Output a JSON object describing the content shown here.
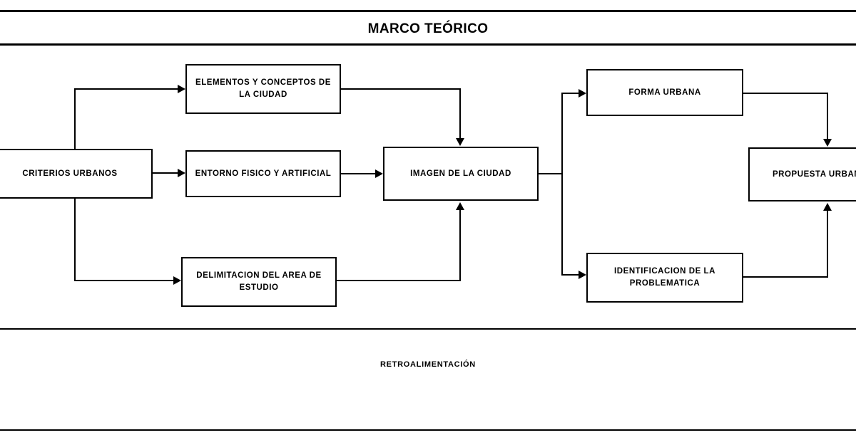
{
  "diagram": {
    "title": "MARCO TEÓRICO",
    "footer_label": "RETROALIMENTACIÓN",
    "colors": {
      "line": "#000000",
      "background": "#ffffff",
      "text": "#000000"
    },
    "nodes": [
      {
        "id": "criterios",
        "label": "CRITERIOS URBANOS"
      },
      {
        "id": "elementos",
        "label": "ELEMENTOS Y CONCEPTOS DE LA CIUDAD"
      },
      {
        "id": "entorno",
        "label": "ENTORNO FISICO Y ARTIFICIAL"
      },
      {
        "id": "delimitacion",
        "label": "DELIMITACION DEL AREA DE ESTUDIO"
      },
      {
        "id": "imagen",
        "label": "IMAGEN DE LA CIUDAD"
      },
      {
        "id": "forma",
        "label": "FORMA URBANA"
      },
      {
        "id": "identifica",
        "label": "IDENTIFICACION DE LA PROBLEMATICA"
      },
      {
        "id": "propuesta",
        "label": "PROPUESTA URBANA"
      }
    ],
    "edges": [
      {
        "from": "criterios",
        "to": "elementos",
        "arrow": "right"
      },
      {
        "from": "criterios",
        "to": "entorno",
        "arrow": "right"
      },
      {
        "from": "criterios",
        "to": "delimitacion",
        "arrow": "right"
      },
      {
        "from": "elementos",
        "to": "imagen",
        "arrow": "down"
      },
      {
        "from": "entorno",
        "to": "imagen",
        "arrow": "right"
      },
      {
        "from": "delimitacion",
        "to": "imagen",
        "arrow": "up"
      },
      {
        "from": "imagen",
        "to": "forma",
        "arrow": "right"
      },
      {
        "from": "imagen",
        "to": "identifica",
        "arrow": "right"
      },
      {
        "from": "forma",
        "to": "propuesta",
        "arrow": "down"
      },
      {
        "from": "identifica",
        "to": "propuesta",
        "arrow": "up"
      }
    ]
  }
}
